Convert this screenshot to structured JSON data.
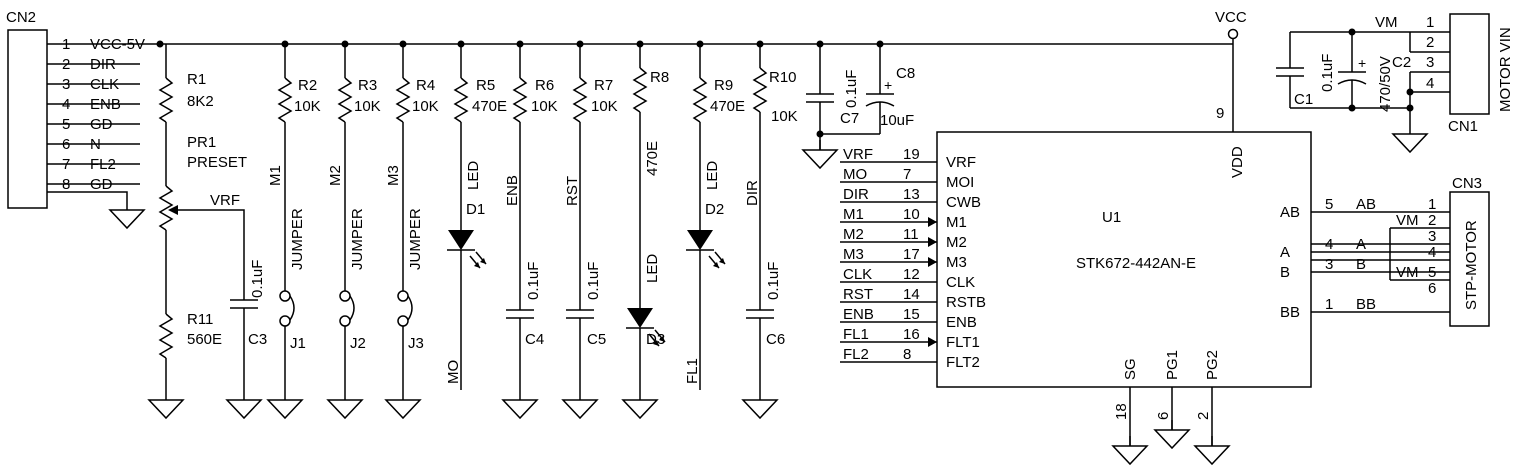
{
  "connectors": {
    "cn2": {
      "title": "CN2",
      "pins": [
        {
          "num": "1",
          "net": "VCC-5V"
        },
        {
          "num": "2",
          "net": "DIR"
        },
        {
          "num": "3",
          "net": "CLK"
        },
        {
          "num": "4",
          "net": "ENB"
        },
        {
          "num": "5",
          "net": "GD"
        },
        {
          "num": "6",
          "net": "N"
        },
        {
          "num": "7",
          "net": "FL2"
        },
        {
          "num": "8",
          "net": "GD"
        }
      ]
    },
    "cn1": {
      "title": "CN1",
      "label": "MOTOR VIN",
      "pins": [
        "1",
        "2",
        "3",
        "4"
      ],
      "vm": "VM"
    },
    "cn3": {
      "title": "CN3",
      "label": "STP-MOTOR",
      "pins": [
        {
          "num": "1",
          "net": "AB"
        },
        {
          "num": "2",
          "net": "VM"
        },
        {
          "num": "3",
          "net": "A"
        },
        {
          "num": "4",
          "net": "B"
        },
        {
          "num": "5",
          "net": "VM"
        },
        {
          "num": "6",
          "net": "BB"
        }
      ]
    }
  },
  "vcc_label": "VCC",
  "vrf_net": "VRF",
  "components": {
    "r1": {
      "ref": "R1",
      "value": "8K2"
    },
    "pr1": {
      "ref": "PR1",
      "value": "PRESET"
    },
    "r11": {
      "ref": "R11",
      "value": "560E"
    },
    "c3": {
      "ref": "C3",
      "value": "0.1uF"
    },
    "r2": {
      "ref": "R2",
      "value": "10K",
      "net": "M1",
      "jumper_text": "JUMPER",
      "jumper_ref": "J1"
    },
    "r3": {
      "ref": "R3",
      "value": "10K",
      "net": "M2",
      "jumper_text": "JUMPER",
      "jumper_ref": "J2"
    },
    "r4": {
      "ref": "R4",
      "value": "10K",
      "net": "M3",
      "jumper_text": "JUMPER",
      "jumper_ref": "J3"
    },
    "r5": {
      "ref": "R5",
      "value": "470E",
      "led_text": "LED",
      "led_ref": "D1",
      "net": "MO"
    },
    "r6": {
      "ref": "R6",
      "value": "10K",
      "net": "ENB",
      "cap_value": "0.1uF",
      "cap_ref": "C4"
    },
    "r7": {
      "ref": "R7",
      "value": "10K",
      "net": "RST",
      "cap_value": "0.1uF",
      "cap_ref": "C5"
    },
    "r8": {
      "ref": "R8",
      "value": "470E",
      "led_text": "LED",
      "led_ref": "D3"
    },
    "r9": {
      "ref": "R9",
      "value": "470E",
      "led_text": "LED",
      "led_ref": "D2",
      "net": "FL1"
    },
    "r10": {
      "ref": "R10",
      "value": "10K",
      "net": "DIR",
      "cap_value": "0.1uF",
      "cap_ref": "C6"
    },
    "c7": {
      "ref": "C7",
      "value": "0.1uF"
    },
    "c8": {
      "ref": "C8",
      "value": "10uF"
    },
    "c1": {
      "ref": "C1",
      "value": "0.1uF"
    },
    "c2": {
      "ref": "C2",
      "value": "470/50V"
    }
  },
  "ic": {
    "ref": "U1",
    "part": "STK672-442AN-E",
    "left_pins": [
      {
        "net": "VRF",
        "num": "19",
        "name": "VRF",
        "arrow": false
      },
      {
        "net": "MO",
        "num": "7",
        "name": "MOI",
        "arrow": false
      },
      {
        "net": "DIR",
        "num": "13",
        "name": "CWB",
        "arrow": false
      },
      {
        "net": "M1",
        "num": "10",
        "name": "M1",
        "arrow": true
      },
      {
        "net": "M2",
        "num": "11",
        "name": "M2",
        "arrow": true
      },
      {
        "net": "M3",
        "num": "17",
        "name": "M3",
        "arrow": true
      },
      {
        "net": "CLK",
        "num": "12",
        "name": "CLK",
        "arrow": false
      },
      {
        "net": "RST",
        "num": "14",
        "name": "RSTB",
        "arrow": false
      },
      {
        "net": "ENB",
        "num": "15",
        "name": "ENB",
        "arrow": false
      },
      {
        "net": "FL1",
        "num": "16",
        "name": "FLT1",
        "arrow": true
      },
      {
        "net": "FL2",
        "num": "8",
        "name": "FLT2",
        "arrow": false
      }
    ],
    "vdd": {
      "name": "VDD",
      "num": "9"
    },
    "bottom_pins": [
      {
        "name": "SG",
        "num": "18"
      },
      {
        "name": "PG1",
        "num": "6"
      },
      {
        "name": "PG2",
        "num": "2"
      }
    ],
    "right_pins": [
      {
        "name": "AB",
        "num": "5",
        "net": "AB"
      },
      {
        "name": "A",
        "num": "4",
        "net": "A"
      },
      {
        "name": "B",
        "num": "3",
        "net": "B"
      },
      {
        "name": "BB",
        "num": "1",
        "net": "BB"
      }
    ]
  }
}
